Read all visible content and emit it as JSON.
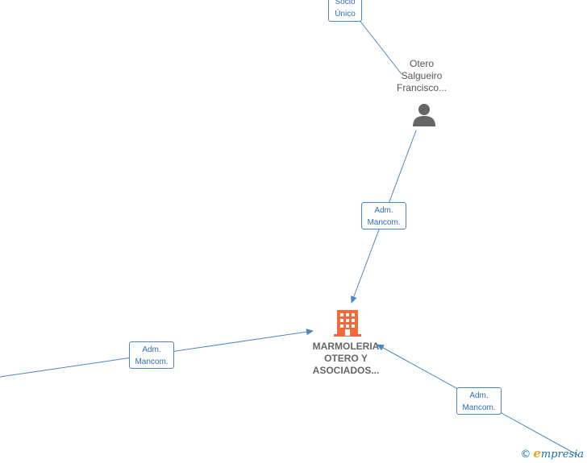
{
  "nodes": {
    "person": {
      "name": "Otero\nSalgueiro\nFrancisco..."
    },
    "company": {
      "name": "MARMOLERIA\nOTERO Y\nASOCIADOS..."
    }
  },
  "edges": {
    "top_edge": {
      "label": "Socio\nÚnico"
    },
    "person_to_company": {
      "label": "Adm.\nMancom."
    },
    "left_to_company": {
      "label": "Adm.\nMancom."
    },
    "right_to_company": {
      "label": "Adm.\nMancom."
    }
  },
  "colors": {
    "edge": "#4a86c8",
    "company_icon": "#f26a3a",
    "person_icon": "#666666"
  },
  "brand": {
    "copyright_symbol": "©",
    "first_letter": "e",
    "rest": "mpresia"
  }
}
